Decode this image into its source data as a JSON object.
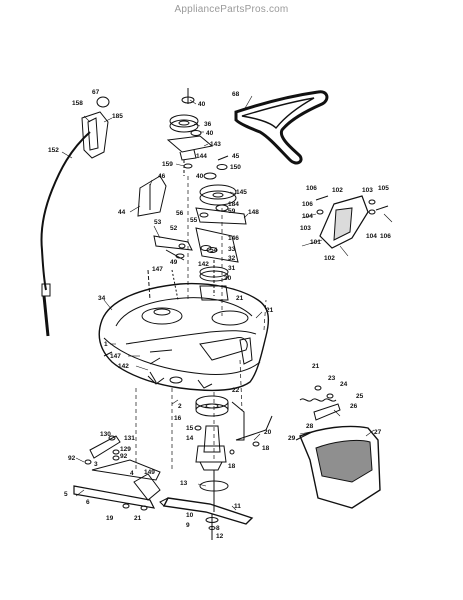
{
  "header": {
    "site": "AppliancePartsPros.com"
  },
  "callouts": [
    {
      "id": "c67",
      "text": "67"
    },
    {
      "id": "c158",
      "text": "158"
    },
    {
      "id": "c185",
      "text": "185"
    },
    {
      "id": "c152",
      "text": "152"
    },
    {
      "id": "c40a",
      "text": "40"
    },
    {
      "id": "c36",
      "text": "36"
    },
    {
      "id": "c40b",
      "text": "40"
    },
    {
      "id": "c143",
      "text": "143"
    },
    {
      "id": "c144",
      "text": "144"
    },
    {
      "id": "c159",
      "text": "159"
    },
    {
      "id": "c45",
      "text": "45"
    },
    {
      "id": "c150",
      "text": "150"
    },
    {
      "id": "c40c",
      "text": "40"
    },
    {
      "id": "c68",
      "text": "68"
    },
    {
      "id": "c46",
      "text": "46"
    },
    {
      "id": "c44",
      "text": "44"
    },
    {
      "id": "c145",
      "text": "145"
    },
    {
      "id": "c184",
      "text": "184"
    },
    {
      "id": "c148",
      "text": "148"
    },
    {
      "id": "c59",
      "text": "59"
    },
    {
      "id": "c56",
      "text": "56"
    },
    {
      "id": "c55",
      "text": "55"
    },
    {
      "id": "c53",
      "text": "53"
    },
    {
      "id": "c52",
      "text": "52"
    },
    {
      "id": "c146",
      "text": "146"
    },
    {
      "id": "c54",
      "text": "54"
    },
    {
      "id": "c33",
      "text": "33"
    },
    {
      "id": "c32",
      "text": "32"
    },
    {
      "id": "c49",
      "text": "49"
    },
    {
      "id": "c142a",
      "text": "142"
    },
    {
      "id": "c31",
      "text": "31"
    },
    {
      "id": "c147a",
      "text": "147"
    },
    {
      "id": "c30",
      "text": "30"
    },
    {
      "id": "c21a",
      "text": "21"
    },
    {
      "id": "c34",
      "text": "34"
    },
    {
      "id": "c21b",
      "text": "21"
    },
    {
      "id": "c1",
      "text": "1"
    },
    {
      "id": "c147b",
      "text": "147"
    },
    {
      "id": "c142b",
      "text": "142"
    },
    {
      "id": "c2",
      "text": "2"
    },
    {
      "id": "c16",
      "text": "16"
    },
    {
      "id": "c22",
      "text": "22"
    },
    {
      "id": "c15",
      "text": "15"
    },
    {
      "id": "c14",
      "text": "14"
    },
    {
      "id": "c20",
      "text": "20"
    },
    {
      "id": "c18a",
      "text": "18"
    },
    {
      "id": "c18b",
      "text": "18"
    },
    {
      "id": "c130",
      "text": "130"
    },
    {
      "id": "c131",
      "text": "131"
    },
    {
      "id": "c129",
      "text": "129"
    },
    {
      "id": "c92a",
      "text": "92"
    },
    {
      "id": "c92b",
      "text": "92"
    },
    {
      "id": "c3",
      "text": "3"
    },
    {
      "id": "c4",
      "text": "4"
    },
    {
      "id": "c149",
      "text": "149"
    },
    {
      "id": "c5",
      "text": "5"
    },
    {
      "id": "c6",
      "text": "6"
    },
    {
      "id": "c19",
      "text": "19"
    },
    {
      "id": "c21c",
      "text": "21"
    },
    {
      "id": "c13",
      "text": "13"
    },
    {
      "id": "c11",
      "text": "11"
    },
    {
      "id": "c10",
      "text": "10"
    },
    {
      "id": "c9",
      "text": "9"
    },
    {
      "id": "c8",
      "text": "8"
    },
    {
      "id": "c12",
      "text": "12"
    },
    {
      "id": "c106a",
      "text": "106"
    },
    {
      "id": "c102a",
      "text": "102"
    },
    {
      "id": "c103a",
      "text": "103"
    },
    {
      "id": "c105",
      "text": "105"
    },
    {
      "id": "c106b",
      "text": "106"
    },
    {
      "id": "c104a",
      "text": "104"
    },
    {
      "id": "c103b",
      "text": "103"
    },
    {
      "id": "c101",
      "text": "101"
    },
    {
      "id": "c104b",
      "text": "104"
    },
    {
      "id": "c106c",
      "text": "106"
    },
    {
      "id": "c102b",
      "text": "102"
    },
    {
      "id": "c21d",
      "text": "21"
    },
    {
      "id": "c23",
      "text": "23"
    },
    {
      "id": "c24",
      "text": "24"
    },
    {
      "id": "c25",
      "text": "25"
    },
    {
      "id": "c26",
      "text": "26"
    },
    {
      "id": "c28",
      "text": "28"
    },
    {
      "id": "c29",
      "text": "29"
    },
    {
      "id": "c27",
      "text": "27"
    }
  ]
}
